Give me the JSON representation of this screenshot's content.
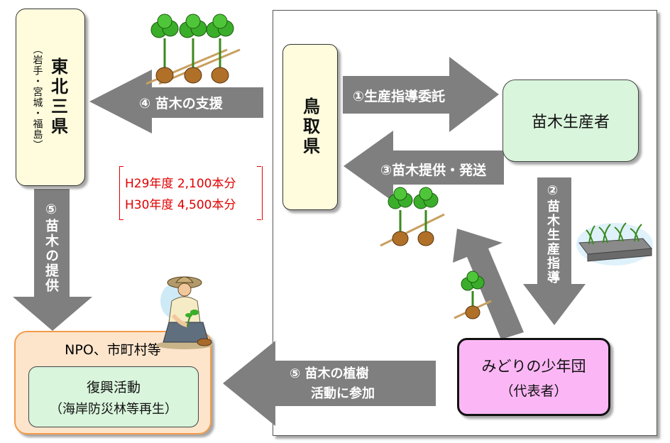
{
  "tohoku": {
    "title": "東北三県",
    "sub": "（岩手・宮城・福島）"
  },
  "tottori": {
    "label": "鳥取県"
  },
  "producer": {
    "label": "苗木生産者"
  },
  "midori": {
    "line1": "みどりの少年団",
    "line2": "（代表者）"
  },
  "npo": {
    "title": "NPO、市町村等",
    "inner_line1": "復興活動",
    "inner_line2": "（海岸防災林等再生）"
  },
  "arrows": {
    "a1": "①生産指導委託",
    "a2": "②苗木生産指導",
    "a3": "③苗木提供・発送",
    "a4": "④ 苗木の支援",
    "a5_down": "⑤苗木の提供",
    "a5_left_1": "⑤ 苗木の植樹",
    "a5_left_2": "活動に参加"
  },
  "quantities": {
    "h29": "H29年度 2,100本分",
    "h30": "H30年度 4,500本分"
  },
  "colors": {
    "arrow": "#7f7f7f",
    "yellow_box": "#fefcdc",
    "green_box": "#d9f5dc",
    "pink_box": "#fbb7f5",
    "npo_outer": "#fde5cc",
    "npo_border": "#f39c4a",
    "red_text": "#e00000"
  }
}
